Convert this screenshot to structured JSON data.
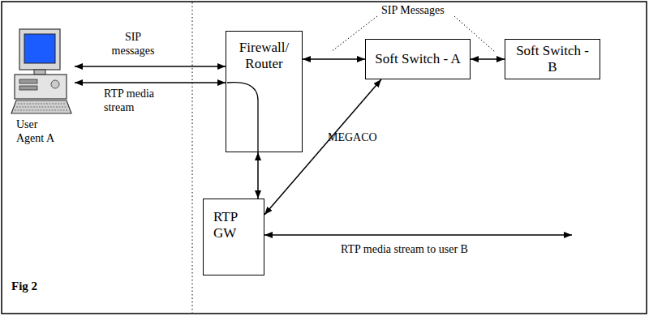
{
  "diagram": {
    "caption": "Fig 2",
    "nodes": [
      {
        "text": [
          "User Agent A"
        ]
      },
      {
        "text": [
          "Firewall/ Router"
        ]
      },
      {
        "text": [
          "Soft Switch - A"
        ]
      },
      {
        "text": [
          "Soft Switch - B"
        ]
      },
      {
        "text": [
          "RTP GW"
        ]
      }
    ],
    "edges": [
      {
        "from": 0,
        "to": 1,
        "label": "SIP messages",
        "arrow": "both"
      },
      {
        "from": 0,
        "to": 1,
        "label": "RTP media stream",
        "arrow": "both"
      },
      {
        "from": 1,
        "to": 2,
        "arrow": "both"
      },
      {
        "from": 2,
        "to": 3,
        "arrow": "both"
      },
      {
        "from": 2,
        "to": 4,
        "label": "MEGACO",
        "arrow": "both"
      },
      {
        "from": 1,
        "to": 4,
        "arrow": "both"
      }
    ],
    "labels": [
      "SIP Messages",
      "RTP media stream to user B"
    ]
  }
}
